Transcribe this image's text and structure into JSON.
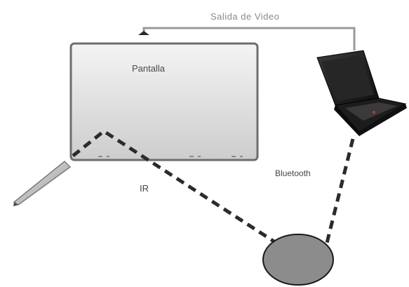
{
  "labels": {
    "video_output": "Salida de Video",
    "screen": "Pantalla",
    "bluetooth": "Bluetooth",
    "ir": "IR"
  },
  "colors": {
    "screen_border": "#6e6e6e",
    "screen_fill_top": "#f2f2f2",
    "screen_fill_bottom": "#cfcfcf",
    "dashed_link": "#2b2b2b",
    "video_cable": "#9a9a9a",
    "receiver_fill": "#8c8c8c",
    "laptop_body": "#1c1c1c"
  },
  "icons": {
    "laptop": "laptop-icon",
    "pen": "stylus-pen-icon",
    "receiver": "receiver-device-icon"
  }
}
